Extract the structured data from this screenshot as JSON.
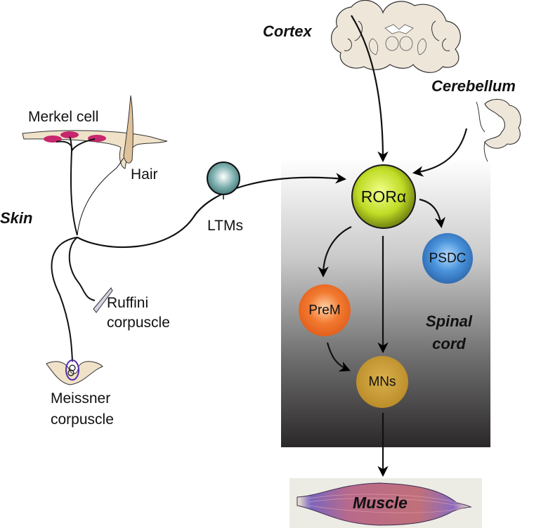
{
  "figure": {
    "regions": {
      "cortex": "Cortex",
      "cerebellum": "Cerebellum",
      "skin": "Skin",
      "spinal_cord_line1": "Spinal",
      "spinal_cord_line2": "cord",
      "muscle": "Muscle"
    },
    "skin_receptors": {
      "merkel": "Merkel cell",
      "hair": "Hair",
      "ruffini_line1": "Ruffini",
      "ruffini_line2": "corpuscle",
      "meissner_line1": "Meissner",
      "meissner_line2": "corpuscle",
      "ltm": "LTMs"
    },
    "nodes": [
      {
        "id": "rora",
        "label": "RORα",
        "color": "#c5de2a"
      },
      {
        "id": "psdc",
        "label": "PSDC",
        "color": "#3d82cc"
      },
      {
        "id": "prem",
        "label": "PreM",
        "color": "#f07a2c"
      },
      {
        "id": "mns",
        "label": "MNs",
        "color": "#c89a30"
      },
      {
        "id": "ltm",
        "label": "",
        "color": "#4f8a8a"
      }
    ],
    "edges": [
      {
        "from": "Cortex",
        "to": "RORα"
      },
      {
        "from": "Cerebellum",
        "to": "RORα"
      },
      {
        "from": "LTMs",
        "to": "RORα"
      },
      {
        "from": "RORα",
        "to": "PSDC"
      },
      {
        "from": "RORα",
        "to": "PreM"
      },
      {
        "from": "RORα",
        "to": "MNs"
      },
      {
        "from": "PreM",
        "to": "MNs"
      },
      {
        "from": "MNs",
        "to": "Muscle"
      }
    ]
  }
}
